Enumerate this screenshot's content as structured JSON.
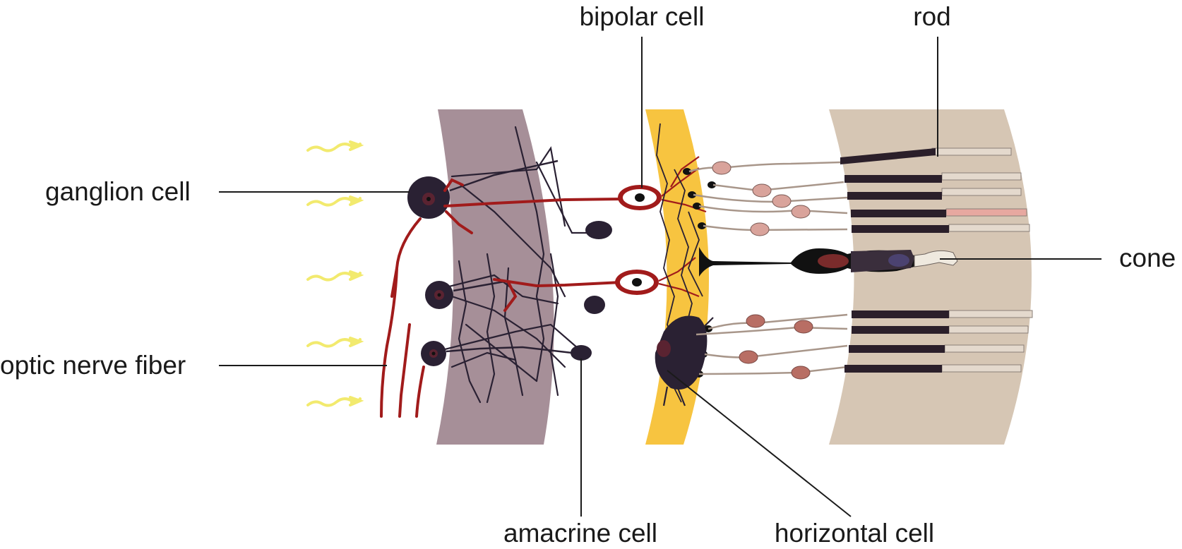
{
  "labels": {
    "bipolar": "bipolar cell",
    "rod": "rod",
    "ganglion": "ganglion cell",
    "cone": "cone",
    "optic_nerve": "optic nerve fiber",
    "amacrine": "amacrine cell",
    "horizontal": "horizontal cell"
  },
  "colors": {
    "ganglion_layer": "#a68f98",
    "bipolar_layer": "#f7c440",
    "photoreceptor_layer": "#d6c6b4",
    "red_fiber": "#a11b1b",
    "dark_cell": "#2a2133",
    "rod_outer": "#2b1f2a",
    "light": "#f2ea6e"
  },
  "icons": [
    "light-arrow-icon"
  ]
}
